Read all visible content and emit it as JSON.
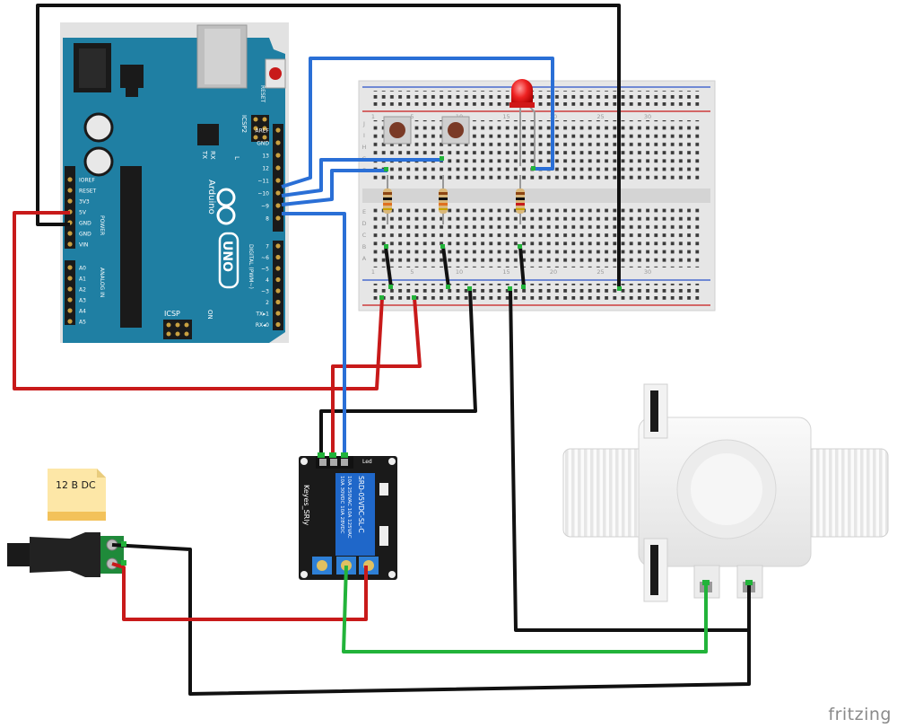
{
  "arduino": {
    "logo_text": "UNO",
    "brand_text": "Arduino",
    "reset_label": "RESET",
    "icsp2_label": "ICSP2",
    "icsp_label": "ICSP",
    "tx_label": "TX",
    "rx_label": "RX",
    "l_label": "L",
    "on_label": "ON",
    "power_label": "POWER",
    "analog_label": "ANALOG IN",
    "digital_label": "DIGITAL (PWM~)",
    "power_pins": [
      "IOREF",
      "RESET",
      "3V3",
      "5V",
      "GND",
      "GND",
      "VIN"
    ],
    "analog_pins": [
      "A0",
      "A1",
      "A2",
      "A3",
      "A4",
      "A5"
    ],
    "digital_pins": [
      "AREF",
      "GND",
      "13",
      "12",
      "~11",
      "~10",
      "~9",
      "8"
    ],
    "digital_pins2": [
      "7",
      "~6",
      "~5",
      "4",
      "~3",
      "2",
      "TX▸1",
      "RX◂0"
    ]
  },
  "breadboard": {
    "col_numbers": [
      "1",
      "5",
      "10",
      "15",
      "20",
      "25",
      "30"
    ],
    "row_letters_top": [
      "J",
      "I",
      "H",
      "G",
      "F"
    ],
    "row_letters_bottom": [
      "E",
      "D",
      "C",
      "B",
      "A"
    ]
  },
  "relay": {
    "brand": "Keyes_SRly",
    "model": "SRD-05VDC-SL-C",
    "rating1": "10A 250VAC 10A 125VAC",
    "rating2": "10A 30VDC 10A 28VDC",
    "on_label": "ON",
    "led_label": "Led"
  },
  "power_label": {
    "text": "12 В DC"
  },
  "watermark": {
    "text": "fritzing"
  },
  "colors": {
    "board": "#1f7fa3",
    "board_dark": "#176b8a",
    "wire_black": "#111111",
    "wire_red": "#c81a1a",
    "wire_blue": "#2a6fd6",
    "wire_green": "#22b33a",
    "breadboard": "#e8e8e8",
    "relay": "#1a1a1a",
    "relay_coil": "#1f67c9"
  }
}
